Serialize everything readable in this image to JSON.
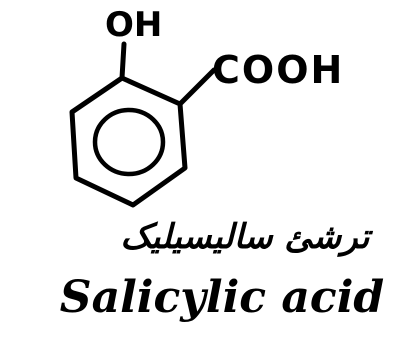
{
  "molecule": {
    "hydroxyl_label": "OH",
    "carboxyl_label": "COOH"
  },
  "caption": {
    "urdu_name": "ترشئ سالیسیلیک",
    "english_name": "Salicylic acid"
  },
  "colors": {
    "ink": "#000000",
    "background": "#ffffff"
  }
}
